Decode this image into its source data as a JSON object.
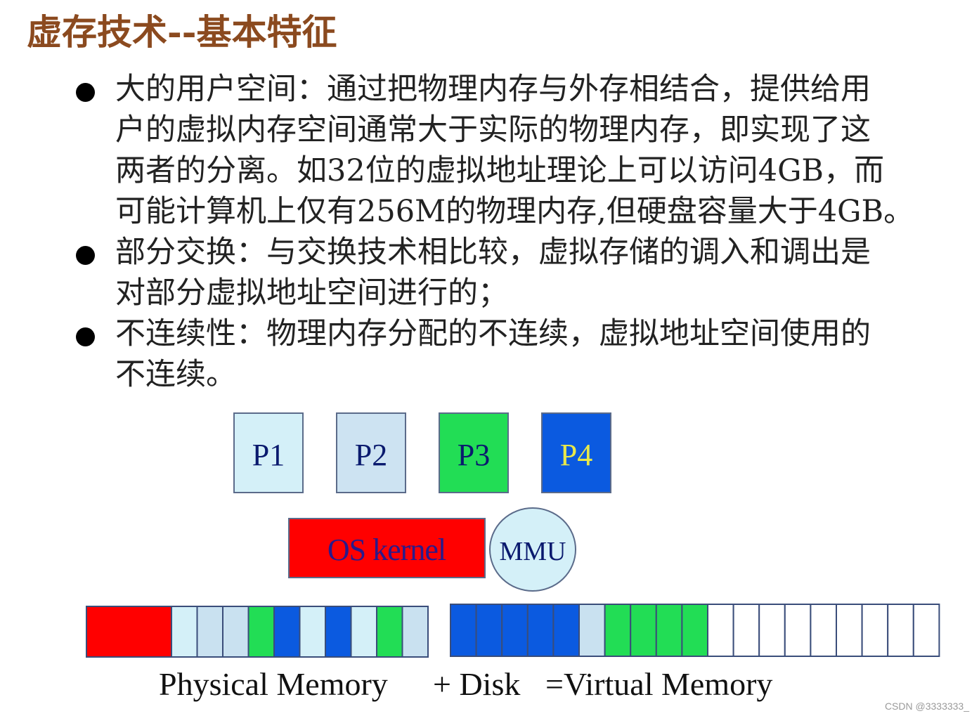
{
  "title": "虚存技术--基本特征",
  "bullets": [
    {
      "lines": [
        "大的用户空间：通过把物理内存与外存相结合，提供给用",
        "户的虚拟内存空间通常大于实际的物理内存，即实现了这",
        "两者的分离。如32位的虚拟地址理论上可以访问4GB，而",
        "可能计算机上仅有256M的物理内存,但硬盘容量大于4GB。"
      ]
    },
    {
      "lines": [
        "部分交换：与交换技术相比较，虚拟存储的调入和调出是",
        "对部分虚拟地址空间进行的；"
      ]
    },
    {
      "lines": [
        "不连续性：物理内存分配的不连续，虚拟地址空间使用的",
        "不连续。"
      ]
    }
  ],
  "processes": [
    {
      "label": "P1",
      "fill": "#d4f0f8",
      "text_color": "#0a1a6e"
    },
    {
      "label": "P2",
      "fill": "#cde3f2",
      "text_color": "#0a1a6e"
    },
    {
      "label": "P3",
      "fill": "#22dd55",
      "text_color": "#0a1a6e"
    },
    {
      "label": "P4",
      "fill": "#0b5ae0",
      "text_color": "#e8e84a"
    }
  ],
  "os_kernel": {
    "label": "OS kernel",
    "fill": "#ff0000",
    "text_color": "#2a1a8a"
  },
  "mmu": {
    "label": "MMU",
    "fill": "#d4f0f8",
    "text_color": "#0a1a6e"
  },
  "physical_memory_cells": [
    "kernel",
    "p1",
    "p2",
    "p2",
    "p3",
    "p4",
    "p1",
    "p4",
    "p1",
    "p3",
    "p2"
  ],
  "disk_cells": [
    "p4",
    "p4",
    "p4",
    "p4",
    "p4",
    "p2",
    "p3",
    "p3",
    "p3",
    "p3",
    "empty",
    "empty",
    "empty",
    "empty",
    "empty",
    "empty",
    "empty",
    "empty",
    "empty"
  ],
  "colors": {
    "kernel": "#ff0000",
    "p1": "#d4f0f8",
    "p2": "#c9e1f0",
    "p3": "#22dd55",
    "p4": "#0b5ae0",
    "empty": "#ffffff",
    "border": "#3a4d7a"
  },
  "caption": {
    "physical": "Physical  Memory",
    "plus_disk": "+ Disk",
    "virtual": "=Virtual Memory"
  },
  "watermark": "CSDN @3333333_"
}
